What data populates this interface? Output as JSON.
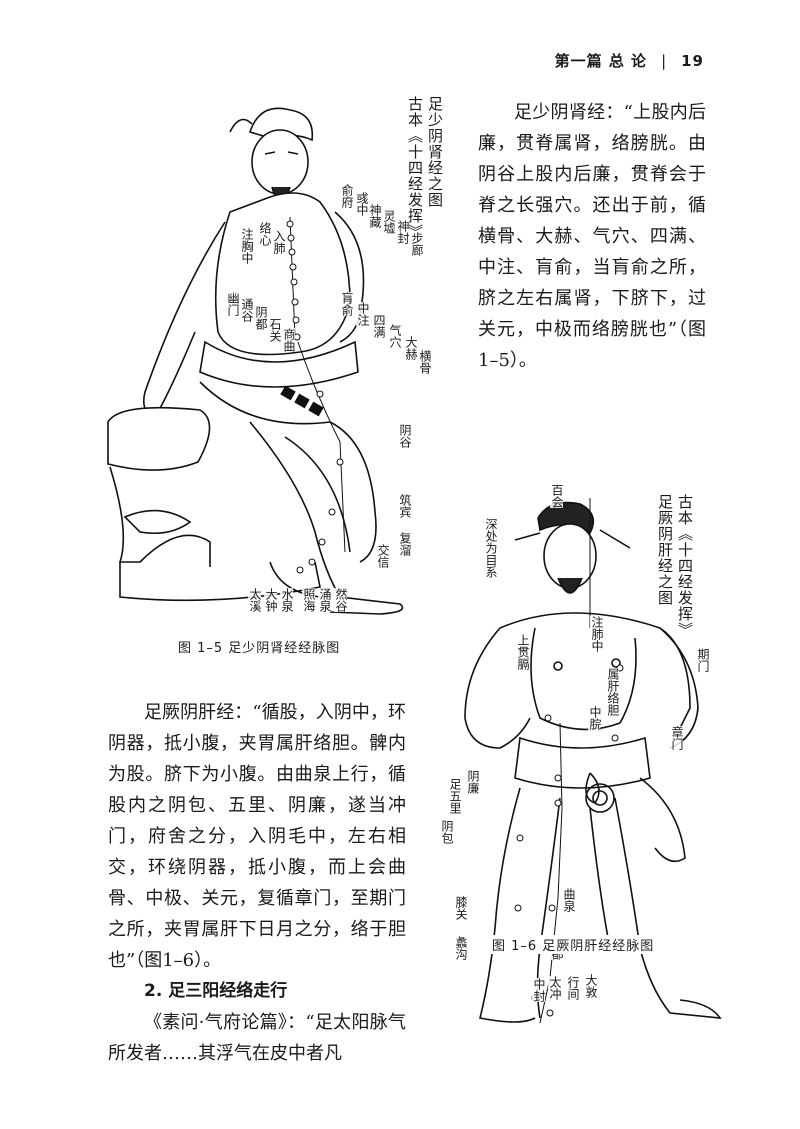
{
  "header": {
    "section": "第一篇  总  论",
    "separator": "|",
    "page_number": "19"
  },
  "right_paragraph": "足少阴肾经：“上股内后廉，贯脊属肾，络膀胱。由阴谷上股内后廉，贯脊会于脊之长强穴。还出于前，循横骨、大赫、气穴、四满、中注、肓俞，当肓俞之所，脐之左右属肾，下脐下，过关元，中极而络膀胱也”（图1–5）。",
  "figure1": {
    "caption": "图 1–5   足少阴肾经经脉图",
    "title_col1": "古本《十四经发挥》",
    "title_col2": "足少阴肾经之图",
    "labels": [
      "俞府",
      "彧中",
      "神藏",
      "灵墟",
      "神封",
      "步廊",
      "入肺",
      "络心",
      "注胸中",
      "幽门",
      "通谷",
      "阴都",
      "石关",
      "商曲",
      "肓俞",
      "中注",
      "四满",
      "气穴",
      "大赫",
      "横骨",
      "阴谷",
      "筑宾",
      "复溜",
      "交信",
      "太溪",
      "大钟",
      "水泉",
      "照海",
      "涌泉",
      "然谷"
    ]
  },
  "left_paragraph": "足厥阴肝经：“循股，入阴中，环阴器，抵小腹，夹胃属肝络胆。髀内为股。脐下为小腹。由曲泉上行，循股内之阴包、五里、阴廉，遂当冲门，府舍之分，入阴毛中，左右相交，环绕阴器，抵小腹，而上会曲骨、中极、关元，复循章门，至期门之所，夹胃属肝下日月之分，络于胆也”（图1–6）。",
  "subheading": "2. 足三阳经络走行",
  "left_paragraph2": "《素问·气府论篇》：“足太阳脉气所发者……其浮气在皮中者凡",
  "figure2": {
    "caption": "图 1–6   足厥阴肝经经脉图",
    "title_col1": "古本《十四经发挥》",
    "title_col2": "足厥阴肝经之图",
    "labels": [
      "百会",
      "深处为目系",
      "上贯膈",
      "注肺中",
      "期门",
      "属肝络胆",
      "中脘",
      "章门",
      "阴廉",
      "足五里",
      "阴包",
      "膝关",
      "曲泉",
      "蠡沟",
      "中都",
      "中封",
      "太冲",
      "行间",
      "大敦"
    ]
  }
}
